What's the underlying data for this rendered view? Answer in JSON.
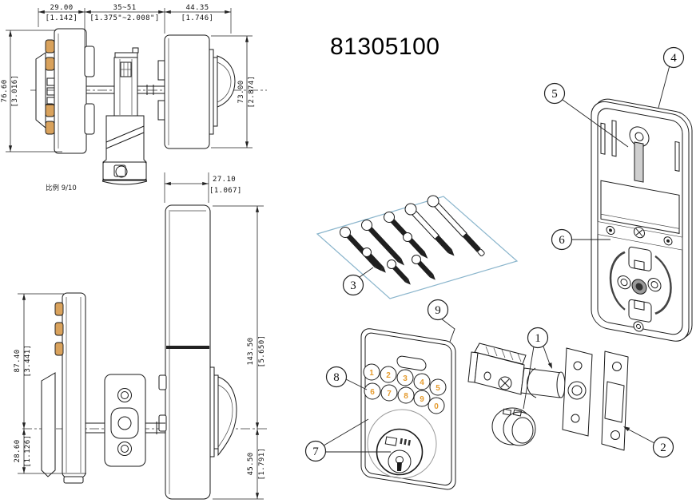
{
  "title": "81305100",
  "scale_note": "比例 9/10",
  "colors": {
    "line": "#1a1a1a",
    "amber_button": "#d9a25c",
    "digit_orange": "#e59b2e",
    "screw_box_blue": "#8ab5cc",
    "background": "#ffffff"
  },
  "dims": {
    "top": {
      "w1": {
        "mm": "29.00",
        "in": "[1.142]"
      },
      "w2": {
        "mm": "35~51",
        "in": "[1.375\"~2.008\"]"
      },
      "w3": {
        "mm": "44.35",
        "in": "[1.746]"
      },
      "hl": {
        "mm": "76.60",
        "in": "[3.016]"
      },
      "hr": {
        "mm": "73.00",
        "in": "[2.874]"
      }
    },
    "bottom": {
      "w1": {
        "mm": "27.10",
        "in": "[1.067]"
      },
      "hl1": {
        "mm": "87.40",
        "in": "[3.441]"
      },
      "hl2": {
        "mm": "28.60",
        "in": "[1.126]"
      },
      "hr1": {
        "mm": "143.50",
        "in": "[5.650]"
      },
      "hr2": {
        "mm": "45.50",
        "in": "[1.791]"
      }
    }
  },
  "exploded": {
    "callouts": [
      "1",
      "2",
      "3",
      "4",
      "5",
      "6",
      "7",
      "8",
      "9"
    ],
    "keypad_digits": [
      "1",
      "2",
      "3",
      "4",
      "5",
      "6",
      "7",
      "8",
      "9",
      "0"
    ]
  }
}
